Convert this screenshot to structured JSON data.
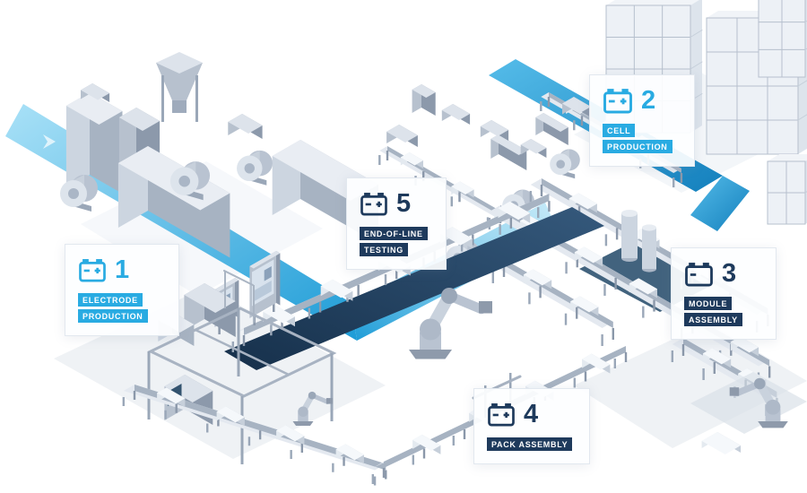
{
  "colors": {
    "cyan": "#29abe2",
    "navy": "#1e3a5c"
  },
  "stages": [
    {
      "number": "1",
      "icon": "battery-icon",
      "theme": "cyan",
      "lines": [
        "ELECTRODE",
        "PRODUCTION"
      ]
    },
    {
      "number": "2",
      "icon": "battery-icon",
      "theme": "cyan",
      "lines": [
        "CELL",
        "PRODUCTION"
      ]
    },
    {
      "number": "3",
      "icon": "battery-icon",
      "theme": "navy",
      "lines": [
        "MODULE",
        "ASSEMBLY"
      ]
    },
    {
      "number": "4",
      "icon": "battery-icon",
      "theme": "navy",
      "lines": [
        "PACK ASSEMBLY"
      ]
    },
    {
      "number": "5",
      "icon": "battery-icon",
      "theme": "navy",
      "lines": [
        "END-OF-LINE",
        "TESTING"
      ]
    }
  ]
}
